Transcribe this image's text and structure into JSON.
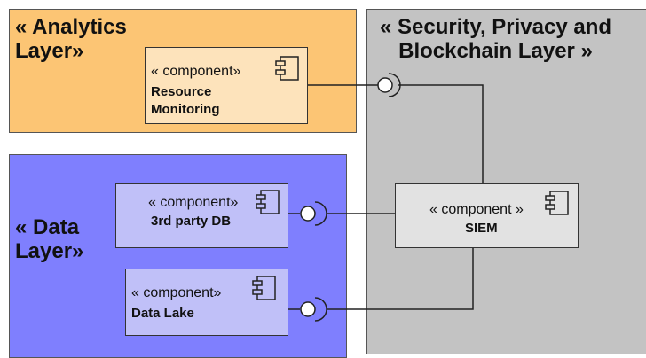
{
  "colors": {
    "analytics_layer": "#fcc574",
    "security_layer": "#c3c3c3",
    "data_layer": "#7f7ffe",
    "analytics_component": "#fde3bb",
    "data_component": "#c0c0f8",
    "security_component": "#e2e2e2"
  },
  "layers": {
    "analytics": {
      "title": "« Analytics\nLayer»"
    },
    "security": {
      "title": "« Security, Privacy and\nBlockchain Layer »"
    },
    "data": {
      "title": "« Data\nLayer»"
    }
  },
  "components": {
    "resource_monitoring": {
      "stereotype": "« component»",
      "name": "Resource\nMonitoring",
      "icon": "component-icon"
    },
    "third_party_db": {
      "stereotype": "« component»",
      "name": "3rd party DB",
      "icon": "component-icon"
    },
    "data_lake": {
      "stereotype": "« component»",
      "name": "Data Lake",
      "icon": "component-icon"
    },
    "siem": {
      "stereotype": "« component »",
      "name": "SIEM",
      "icon": "component-icon"
    }
  }
}
